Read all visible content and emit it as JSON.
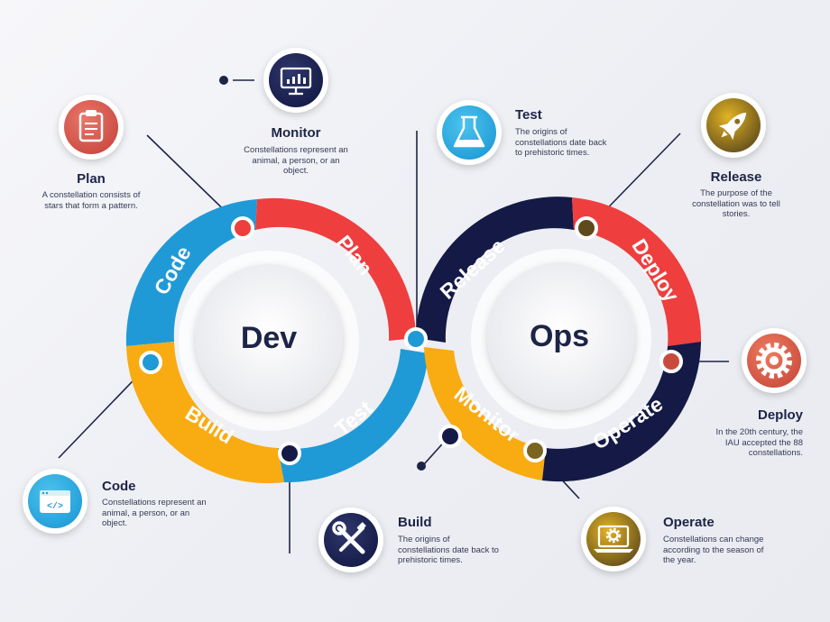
{
  "center": {
    "left": "Dev",
    "right": "Ops"
  },
  "ring_labels": {
    "code": "Code",
    "plan": "Plan",
    "build": "Build",
    "test": "Test",
    "release": "Release",
    "deploy": "Deploy",
    "monitor": "Monitor",
    "operate": "Operate"
  },
  "colors": {
    "blue": "#1f9ad6",
    "red": "#ef3e3e",
    "yellow": "#f9ab12",
    "navy": "#141a45"
  },
  "callouts": {
    "plan": {
      "title": "Plan",
      "desc": "A constellation consists of stars that form a pattern.",
      "icon": "clipboard-icon"
    },
    "monitor": {
      "title": "Monitor",
      "desc": "Constellations represent an animal, a person, or an object.",
      "icon": "monitor-chart-icon"
    },
    "test": {
      "title": "Test",
      "desc": "The origins of constellations date back to prehistoric times.",
      "icon": "flask-icon"
    },
    "release": {
      "title": "Release",
      "desc": "The purpose of the constellation was to tell stories.",
      "icon": "rocket-icon"
    },
    "deploy": {
      "title": "Deploy",
      "desc": "In the 20th century, the IAU accepted the 88 constellations.",
      "icon": "gear-icon"
    },
    "code": {
      "title": "Code",
      "desc": "Constellations represent an animal, a person, or an object.",
      "icon": "code-window-icon"
    },
    "build": {
      "title": "Build",
      "desc": "The origins of constellations date back to prehistoric times.",
      "icon": "wrench-screwdriver-icon"
    },
    "operate": {
      "title": "Operate",
      "desc": "Constellations can change according to the season of the year.",
      "icon": "laptop-gear-icon"
    }
  }
}
